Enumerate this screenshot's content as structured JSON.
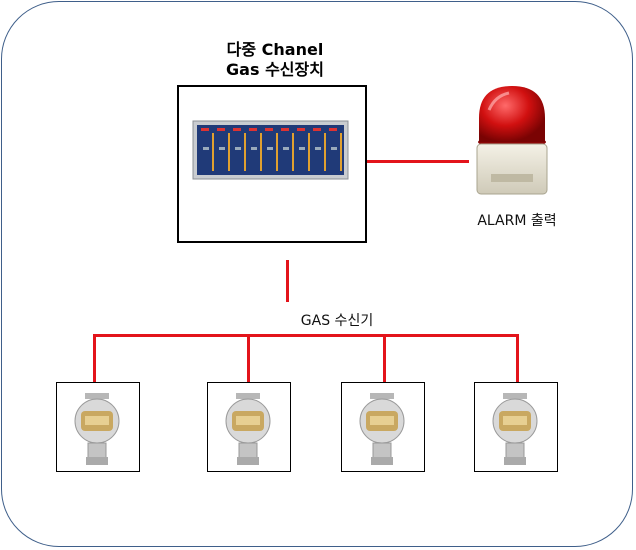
{
  "device": {
    "title_line1": "다중 Chanel",
    "title_line2": "Gas 수신장치"
  },
  "alarm": {
    "label": "ALARM 출력"
  },
  "network": {
    "label": "GAS 수신기"
  },
  "sensors": [
    {
      "id": 1
    },
    {
      "id": 2
    },
    {
      "id": 3
    },
    {
      "id": 4
    }
  ],
  "colors": {
    "connector_line": "#e3141b",
    "frame_border": "#3f5f8a",
    "beacon_red": "#d11010"
  }
}
